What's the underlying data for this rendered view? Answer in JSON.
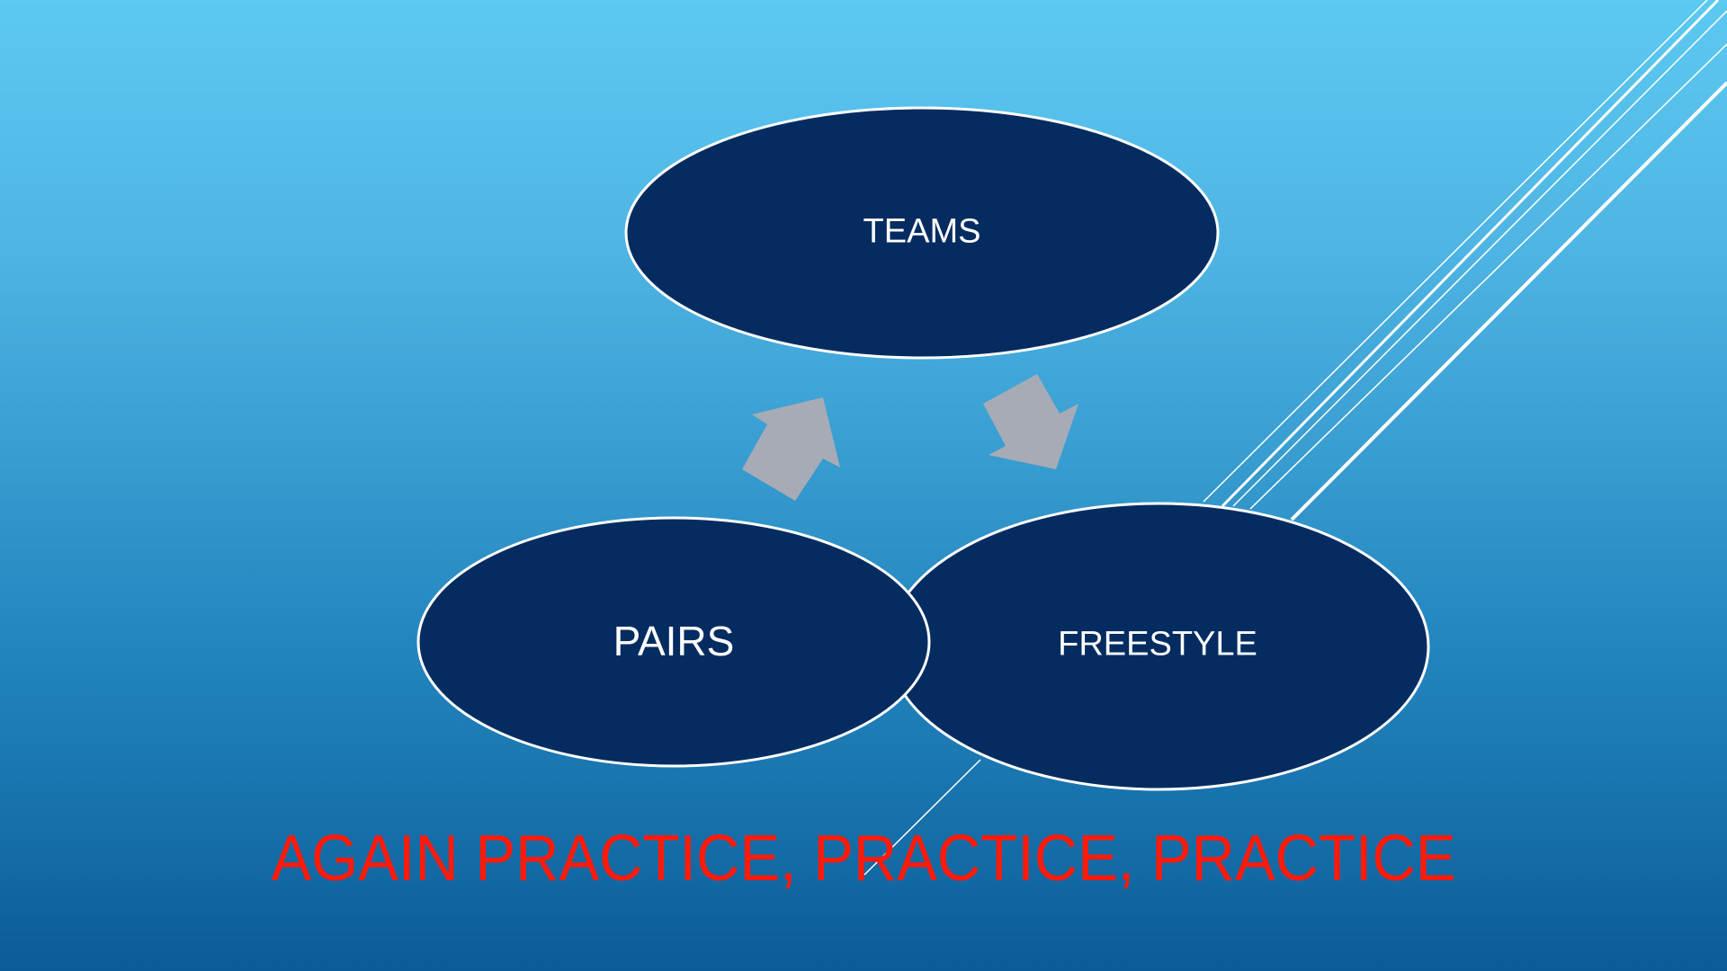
{
  "slide": {
    "nodes": [
      {
        "label": "TEAMS"
      },
      {
        "label": "PAIRS"
      },
      {
        "label": "FREESTYLE"
      }
    ],
    "caption": "AGAIN PRACTICE, PRACTICE, PRACTICE"
  },
  "colors": {
    "node_fill": "#052c61",
    "arrow_fill": "#a7abb6",
    "caption": "#ff1a0a"
  }
}
